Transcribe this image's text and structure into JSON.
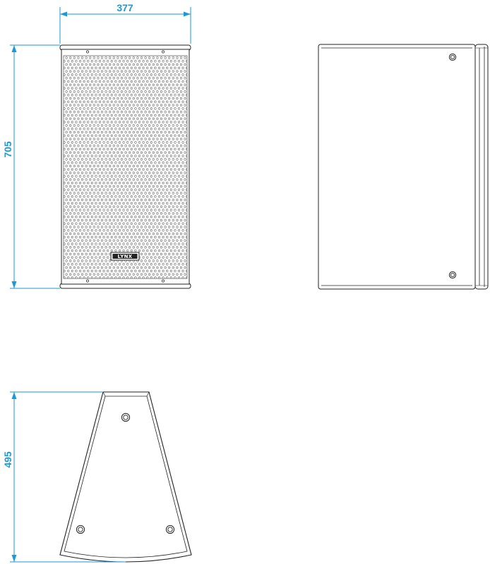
{
  "colors": {
    "dimension": "#1a9ad6",
    "outline": "#222222",
    "grille_hole": "#555555",
    "background": "#ffffff"
  },
  "dimensions": {
    "width": "377",
    "height": "705",
    "depth": "495"
  },
  "front_view": {
    "logo_text": "LYNX"
  }
}
